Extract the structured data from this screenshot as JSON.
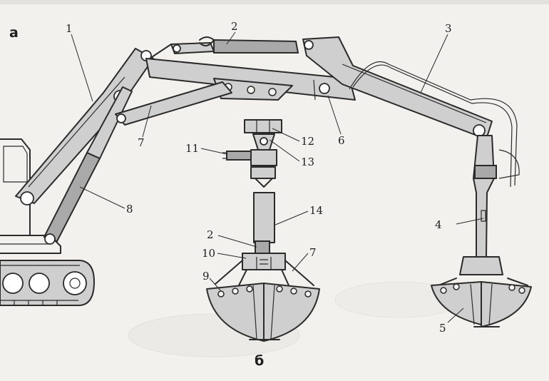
{
  "figure": {
    "view_labels": {
      "a": "а",
      "b": "б"
    },
    "callouts": [
      {
        "id": "c1",
        "text": "1"
      },
      {
        "id": "c2",
        "text": "2"
      },
      {
        "id": "c3",
        "text": "3"
      },
      {
        "id": "c4",
        "text": "4"
      },
      {
        "id": "c5",
        "text": "5"
      },
      {
        "id": "c6",
        "text": "6"
      },
      {
        "id": "c7",
        "text": "7"
      },
      {
        "id": "c8",
        "text": "8"
      },
      {
        "id": "c9",
        "text": "9"
      },
      {
        "id": "c10",
        "text": "10"
      },
      {
        "id": "c11",
        "text": "11"
      },
      {
        "id": "c12",
        "text": "12"
      },
      {
        "id": "c13",
        "text": "13"
      },
      {
        "id": "c14",
        "text": "14"
      },
      {
        "id": "c2b",
        "text": "2"
      },
      {
        "id": "c7b",
        "text": "7"
      }
    ]
  }
}
